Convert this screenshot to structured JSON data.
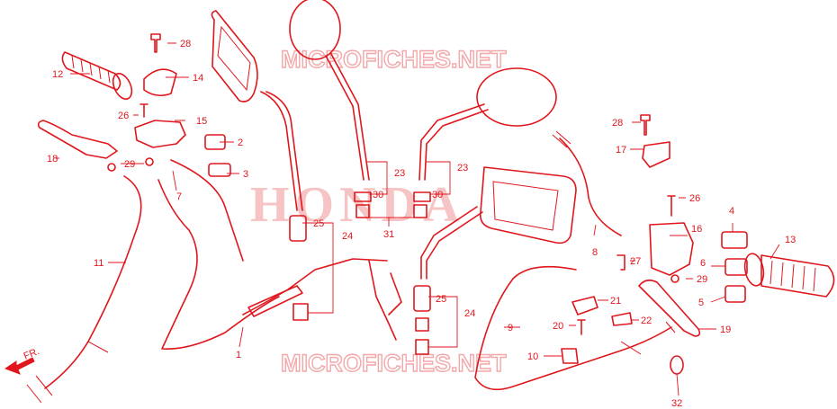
{
  "watermarks": {
    "top": "MICROFICHES.NET",
    "bottom": "MICROFICHES.NET",
    "center": "HONDA"
  },
  "direction_label": "FR.",
  "callouts": [
    "1",
    "2",
    "3",
    "4",
    "5",
    "6",
    "7",
    "8",
    "9",
    "10",
    "11",
    "12",
    "13",
    "14",
    "15",
    "16",
    "17",
    "18",
    "19",
    "20",
    "21",
    "22",
    "23",
    "24",
    "25",
    "26",
    "27",
    "28",
    "29",
    "30",
    "31",
    "32"
  ],
  "colors": {
    "ink": "#e0161c",
    "watermark": "#f3a7a9",
    "brand": "#f6c4c5"
  }
}
